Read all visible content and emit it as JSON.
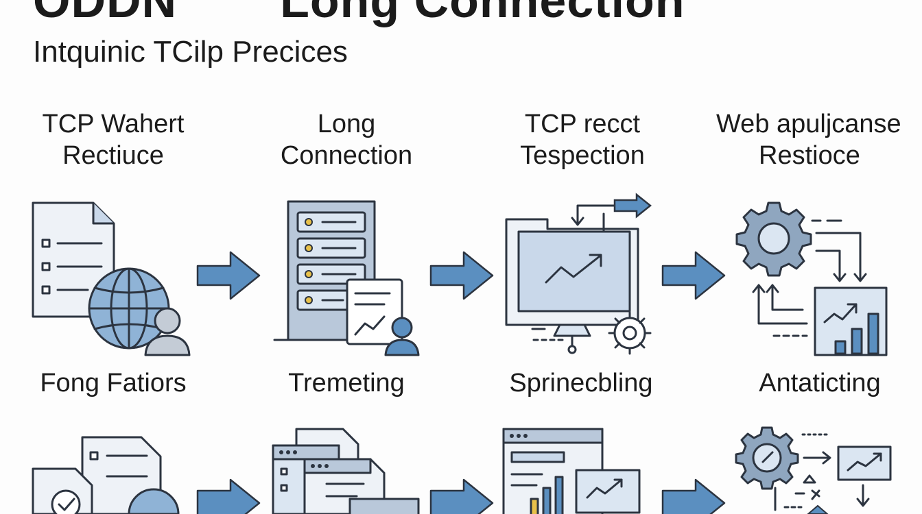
{
  "header": {
    "title_left": "ODDN",
    "title_right": "Long Connection",
    "subtitle": "Intquinic TCilp Precices"
  },
  "columns": [
    {
      "heading": [
        "TCP Wahert",
        "Rectiuce"
      ],
      "caption": "Fong Fatiors",
      "icon": "document-globe-user-icon",
      "bottom_icon": "documents-check-globe-icon"
    },
    {
      "heading": [
        "Long",
        "Connection"
      ],
      "caption": "Tremeting",
      "icon": "server-chart-user-icon",
      "bottom_icon": "stacked-windows-icon"
    },
    {
      "heading": [
        "TCP recct",
        "Tespection"
      ],
      "caption": "Sprinecbling",
      "icon": "monitor-chart-gear-icon",
      "bottom_icon": "browser-bar-chart-icon"
    },
    {
      "heading": [
        "Web apuljcanse",
        "Restioce"
      ],
      "caption": "Antaticting",
      "icon": "gear-flow-chart-icon",
      "bottom_icon": "gear-flow-icon"
    }
  ],
  "colors": {
    "stroke": "#2c3440",
    "blue": "#5b8fc0",
    "light_blue": "#dbe6f2",
    "panel": "#eef2f7",
    "gray": "#aab3bf",
    "arrow": "#5b8fc0"
  }
}
